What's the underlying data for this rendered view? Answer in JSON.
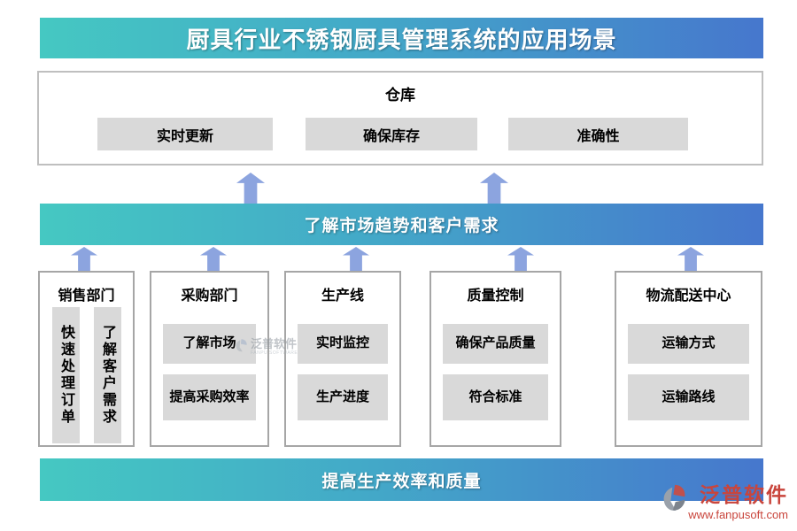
{
  "title": "厨具行业不锈钢厨具管理系统的应用场景",
  "warehouse": {
    "title": "仓库",
    "items": [
      "实时更新",
      "确保库存",
      "准确性"
    ]
  },
  "middle_banner": "了解市场趋势和客户需求",
  "departments": [
    {
      "title": "销售部门",
      "items": [
        "快速处理订单",
        "了解客户需求"
      ]
    },
    {
      "title": "采购部门",
      "items": [
        "了解市场",
        "提高采购效率"
      ]
    },
    {
      "title": "生产线",
      "items": [
        "实时监控",
        "生产进度"
      ]
    },
    {
      "title": "质量控制",
      "items": [
        "确保产品质量",
        "符合标准"
      ]
    },
    {
      "title": "物流配送中心",
      "items": [
        "运输方式",
        "运输路线"
      ]
    }
  ],
  "bottom_banner": "提高生产效率和质量",
  "watermark": {
    "brand": "泛普软件",
    "sub": "FANPU SOFTWARE"
  },
  "logo": {
    "brand": "泛普软件",
    "url": "www.fanpusoft.com"
  },
  "colors": {
    "gradient_start": "#45C8C2",
    "gradient_end": "#4677CD",
    "arrow": "#8CA4DF",
    "item_box_fill": "#D9D9D9",
    "dept_border": "#A6A6A6",
    "warehouse_border": "#BFBFBF",
    "brand_red": "#C9453C",
    "text": "#000000",
    "banner_text": "#FFFFFF"
  }
}
